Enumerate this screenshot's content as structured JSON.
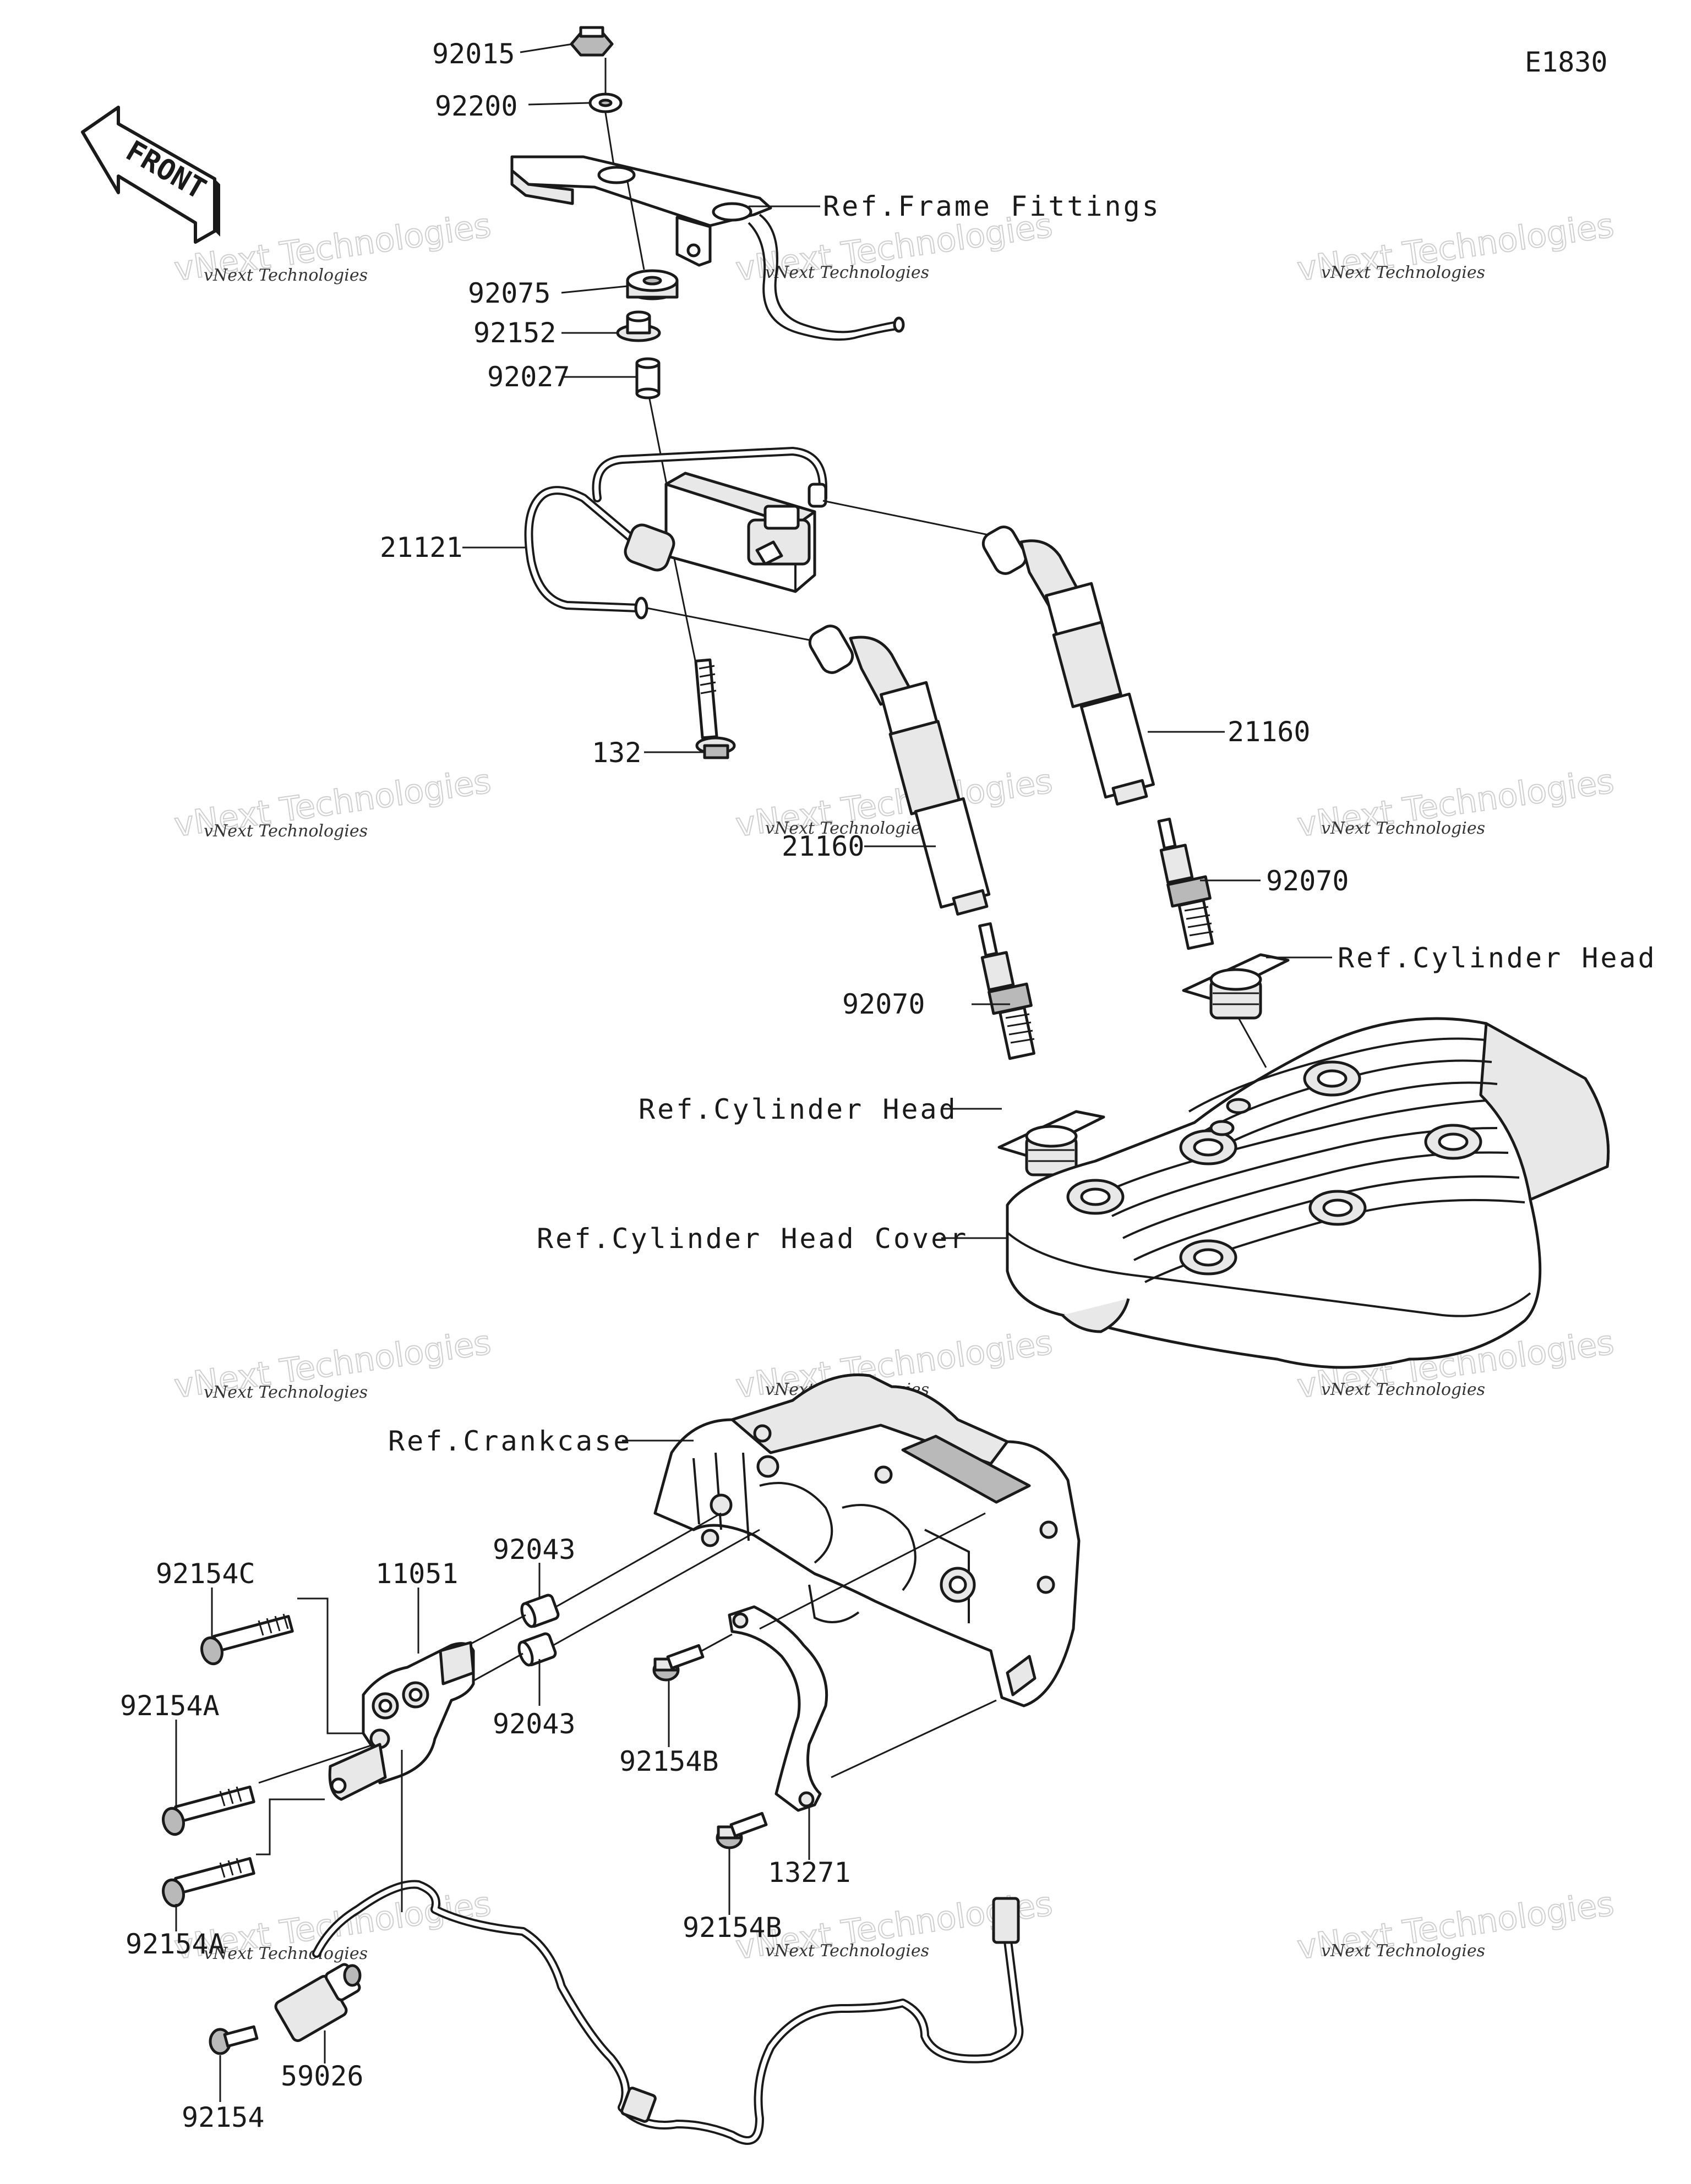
{
  "diagram_code": "E1830",
  "front_label": "FRONT",
  "watermark": {
    "small": "vNext Technologies",
    "big": "vNext Technologies"
  },
  "refs": {
    "frame_fittings": "Ref.Frame Fittings",
    "cylinder_head_rear": "Ref.Cylinder Head",
    "cylinder_head_front": "Ref.Cylinder Head",
    "cylinder_head_cover": "Ref.Cylinder Head Cover",
    "crankcase": "Ref.Crankcase"
  },
  "parts": {
    "p92015": "92015",
    "p92200": "92200",
    "p92075": "92075",
    "p92152": "92152",
    "p92027": "92027",
    "p21121": "21121",
    "p132": "132",
    "p21160_rear": "21160",
    "p21160_front": "21160",
    "p92070_rear": "92070",
    "p92070_front": "92070",
    "p92043_top": "92043",
    "p92043_bottom": "92043",
    "p92154C": "92154C",
    "p11051": "11051",
    "p92154A_top": "92154A",
    "p92154A_bottom": "92154A",
    "p92154B_top": "92154B",
    "p92154B_bottom": "92154B",
    "p13271": "13271",
    "p59026": "59026",
    "p92154": "92154"
  }
}
